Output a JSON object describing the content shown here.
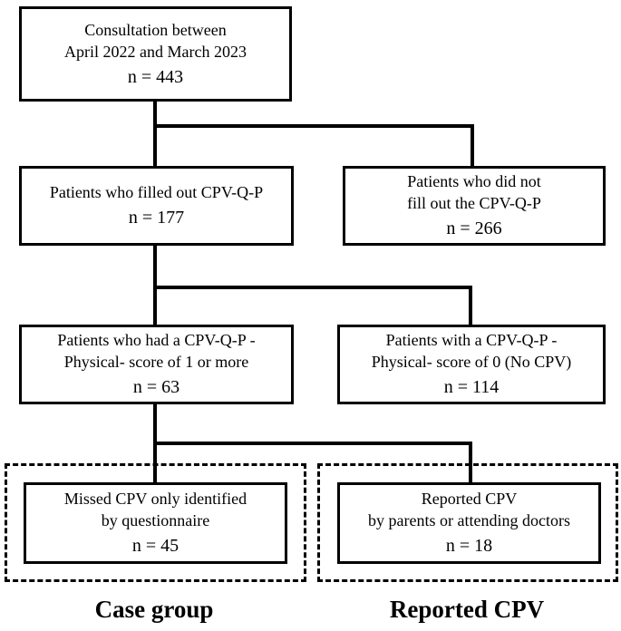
{
  "boxes": {
    "consultation": {
      "line1": "Consultation between",
      "line2": "April 2022 and March 2023",
      "n": "n = 443"
    },
    "filled": {
      "line1": "Patients who filled out CPV-Q-P",
      "n": "n = 177"
    },
    "not_filled": {
      "line1": "Patients who did not",
      "line2": "fill out the CPV-Q-P",
      "n": "n = 266"
    },
    "score_positive": {
      "line1": "Patients who had a CPV-Q-P -",
      "line2": "Physical- score of 1 or more",
      "n": "n = 63"
    },
    "score_zero": {
      "line1": "Patients with a CPV-Q-P -",
      "line2": "Physical- score of 0 (No CPV)",
      "n": "n = 114"
    },
    "missed": {
      "line1": "Missed CPV only identified",
      "line2": "by questionnaire",
      "n": "n = 45"
    },
    "reported": {
      "line1": "Reported CPV",
      "line2": "by parents or attending doctors",
      "n": "n = 18"
    }
  },
  "groups": {
    "case_group": "Case group",
    "reported_cpv": "Reported CPV"
  }
}
